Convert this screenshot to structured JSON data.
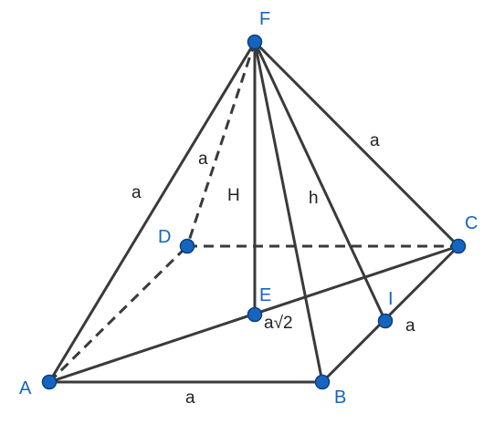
{
  "points": {
    "F": {
      "label": "F",
      "color": "#1565c0"
    },
    "D": {
      "label": "D",
      "color": "#1565c0"
    },
    "C": {
      "label": "C",
      "color": "#1565c0"
    },
    "E": {
      "label": "E",
      "color": "#1565c0"
    },
    "I": {
      "label": "I",
      "color": "#1565c0"
    },
    "A": {
      "label": "A",
      "color": "#1565c0"
    },
    "B": {
      "label": "B",
      "color": "#1565c0"
    }
  },
  "edges": {
    "FA": {
      "style": "solid"
    },
    "FD": {
      "style": "dashed"
    },
    "FE": {
      "style": "solid"
    },
    "FB": {
      "style": "solid"
    },
    "FI": {
      "style": "solid"
    },
    "FC": {
      "style": "solid"
    },
    "AD": {
      "style": "dashed"
    },
    "DC": {
      "style": "dashed"
    },
    "AB": {
      "style": "solid"
    },
    "BC": {
      "style": "solid"
    },
    "AC": {
      "style": "solid"
    }
  },
  "labels": {
    "fa": "a",
    "fd": "a",
    "fe": "H",
    "fi": "h",
    "fc": "a",
    "ae": "a√2",
    "ic": "a",
    "ab": "a"
  },
  "colors": {
    "edge": "#3a3a3a",
    "point": "#1565c0",
    "label": "#222222"
  }
}
